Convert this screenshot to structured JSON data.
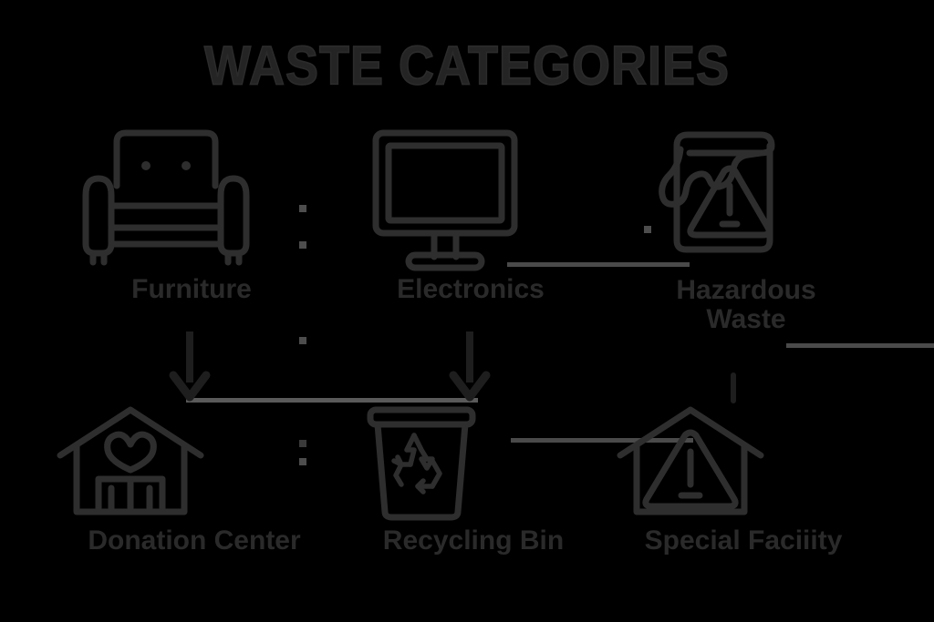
{
  "diagram": {
    "title": "WASTE CATEGORIES",
    "background_color": "#000000",
    "stroke_color": "#2e2e2e",
    "text_color": "#2a2a2a",
    "connector_color": "#4a4a4a",
    "categories": [
      {
        "id": "furniture",
        "label": "Furniture",
        "icon": "armchair-icon"
      },
      {
        "id": "electronics",
        "label": "Electronics",
        "icon": "monitor-icon"
      },
      {
        "id": "hazardous",
        "label": "Hazardous\nWaste",
        "icon": "paint-can-warning-icon"
      }
    ],
    "destinations": [
      {
        "id": "donation",
        "label": "Donation Center",
        "icon": "house-heart-icon"
      },
      {
        "id": "recycling",
        "label": "Recycling Bin",
        "icon": "recycle-bin-icon"
      },
      {
        "id": "facility",
        "label": "Special Faciiity",
        "icon": "house-warning-icon"
      }
    ],
    "flows": [
      {
        "from": "furniture",
        "to": "donation",
        "marker": "arrow-down"
      },
      {
        "from": "electronics",
        "to": "recycling",
        "marker": "arrow-down"
      },
      {
        "from": "hazardous",
        "to": "facility",
        "marker": "line-stub"
      }
    ]
  }
}
